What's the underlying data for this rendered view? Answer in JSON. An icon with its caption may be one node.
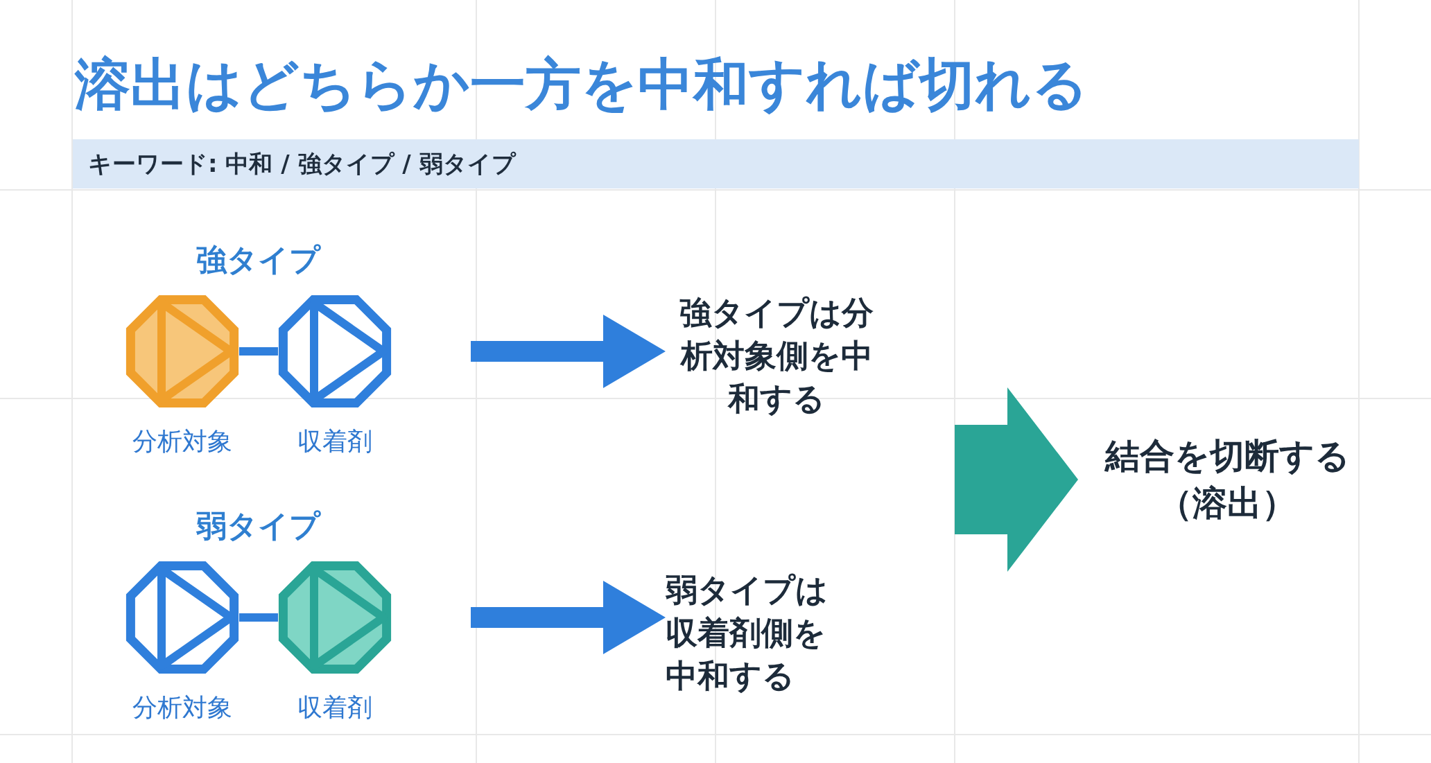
{
  "diagram": {
    "title": "溶出はどちらか一方を中和すれば切れる",
    "nodes": [
      {
        "text": [
          "分析対象"
        ]
      },
      {
        "text": [
          "収着剤"
        ]
      },
      {
        "text": [
          "強タイプは分析対象側を中和する"
        ]
      },
      {
        "text": [
          "分析対象"
        ]
      },
      {
        "text": [
          "収着剤"
        ]
      },
      {
        "text": [
          "弱タイプは収着剤側を中和する"
        ]
      },
      {
        "text": [
          "結合を切断する（溶出）"
        ]
      }
    ],
    "edges": [
      {
        "from": 0,
        "to": 1,
        "arrow": "none"
      },
      {
        "from": null,
        "to": 2,
        "arrow": "to",
        "style": "thick"
      },
      {
        "from": 3,
        "to": 4,
        "arrow": "none"
      },
      {
        "from": null,
        "to": 5,
        "arrow": "to",
        "style": "thick"
      },
      {
        "from": null,
        "to": 6,
        "arrow": "to",
        "style": "thick",
        "color": "#2aa596"
      }
    ],
    "labels": [
      "キーワード: 中和 / 強タイプ / 弱タイプ",
      "強タイプ",
      "弱タイプ"
    ]
  }
}
